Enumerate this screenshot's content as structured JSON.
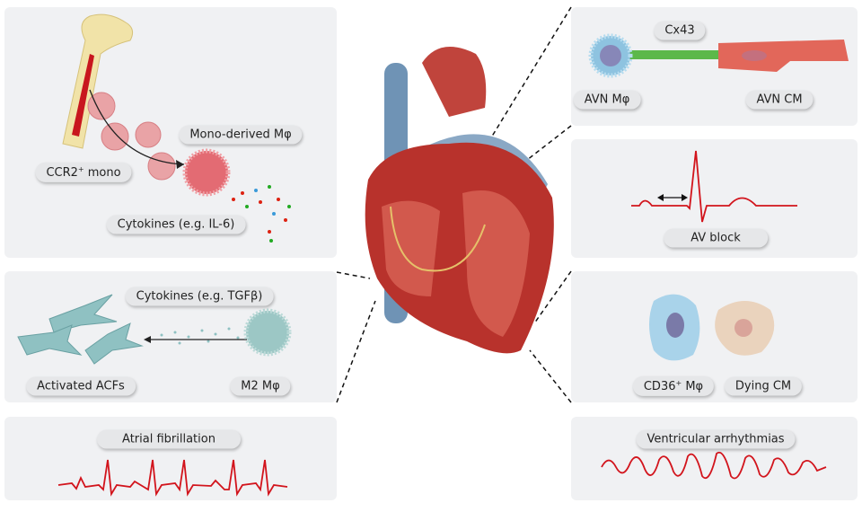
{
  "labels": {
    "mono_derived": "Mono-derived Mφ",
    "ccr2_mono_base": "CCR2",
    "ccr2_mono_sup": "+",
    "ccr2_mono_rest": " mono",
    "cytokines_il6": "Cytokines (e.g. IL-6)",
    "cytokines_tgfb": "Cytokines (e.g. TGFβ)",
    "activated_acfs": "Activated ACFs",
    "m2": "M2 Mφ",
    "atrial_fib": "Atrial fibrillation",
    "cx43": "Cx43",
    "avn_mphi": "AVN Mφ",
    "avn_cm": "AVN CM",
    "av_block": "AV block",
    "cd36_base": "CD36",
    "cd36_sup": "+",
    "cd36_rest": " Mφ",
    "dying_cm": "Dying CM",
    "ventricular": "Ventricular arrhythmias"
  },
  "colors": {
    "panel": "#f0f1f3",
    "ecg": "#d2141c",
    "heart": "#b8322c",
    "vessel_blue": "#6f93b5",
    "gap_junction": "#5cb84a",
    "macrophage_blue": "#8ec3e0",
    "cardiomyocyte": "#e2675a"
  }
}
